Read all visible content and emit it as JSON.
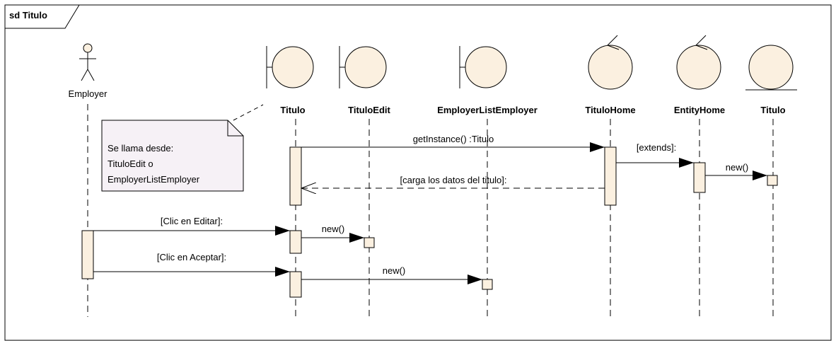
{
  "frame": {
    "title": "sd Titulo"
  },
  "actor": {
    "label": "Employer"
  },
  "lifelines": [
    {
      "key": "titulo_boundary",
      "kind": "boundary",
      "label": "Titulo"
    },
    {
      "key": "tituloedit",
      "kind": "boundary",
      "label": "TituloEdit"
    },
    {
      "key": "employerlistemployer",
      "kind": "boundary",
      "label": "EmployerListEmployer"
    },
    {
      "key": "titulohome",
      "kind": "control",
      "label": "TituloHome"
    },
    {
      "key": "entityhome",
      "kind": "control",
      "label": "EntityHome"
    },
    {
      "key": "titulo_entity",
      "kind": "entity",
      "label": "Titulo"
    }
  ],
  "note": {
    "lines": [
      "Se llama desde:",
      "TituloEdit o",
      "EmployerListEmployer"
    ]
  },
  "messages": [
    {
      "key": "m1",
      "label": "getInstance() :Titulo",
      "style": "sync"
    },
    {
      "key": "m2",
      "label": "[extends]:",
      "style": "sync"
    },
    {
      "key": "m3",
      "label": "new()",
      "style": "sync"
    },
    {
      "key": "m4",
      "label": "[carga los datos del titulo]:",
      "style": "return"
    },
    {
      "key": "m5",
      "label": "[Clic en Editar]:",
      "style": "sync"
    },
    {
      "key": "m6",
      "label": "new()",
      "style": "sync"
    },
    {
      "key": "m7",
      "label": "[Clic en Aceptar]:",
      "style": "sync"
    },
    {
      "key": "m8",
      "label": "new()",
      "style": "sync"
    }
  ]
}
